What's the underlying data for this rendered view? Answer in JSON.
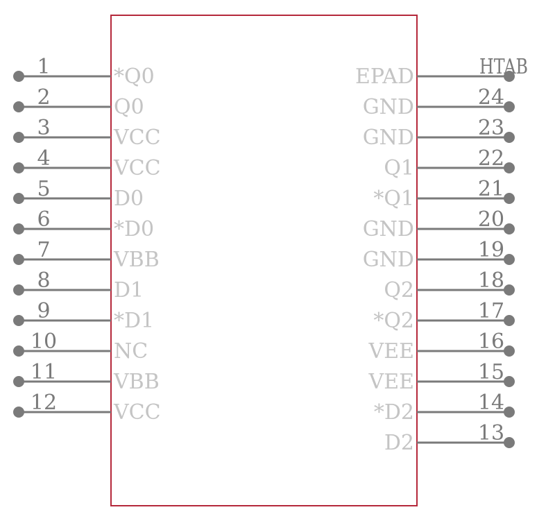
{
  "colors": {
    "body_outline": "#b5283a",
    "pin": "#7a7a7a",
    "pin_name": "#c4c4c4"
  },
  "left_pins": [
    {
      "number": "1",
      "name": "*Q0"
    },
    {
      "number": "2",
      "name": "Q0"
    },
    {
      "number": "3",
      "name": "VCC"
    },
    {
      "number": "4",
      "name": "VCC"
    },
    {
      "number": "5",
      "name": "D0"
    },
    {
      "number": "6",
      "name": "*D0"
    },
    {
      "number": "7",
      "name": "VBB"
    },
    {
      "number": "8",
      "name": "D1"
    },
    {
      "number": "9",
      "name": "*D1"
    },
    {
      "number": "10",
      "name": "NC"
    },
    {
      "number": "11",
      "name": "VBB"
    },
    {
      "number": "12",
      "name": "VCC"
    }
  ],
  "right_pins": [
    {
      "number": "HTAB",
      "name": "EPAD"
    },
    {
      "number": "24",
      "name": "GND"
    },
    {
      "number": "23",
      "name": "GND"
    },
    {
      "number": "22",
      "name": "Q1"
    },
    {
      "number": "21",
      "name": "*Q1"
    },
    {
      "number": "20",
      "name": "GND"
    },
    {
      "number": "19",
      "name": "GND"
    },
    {
      "number": "18",
      "name": "Q2"
    },
    {
      "number": "17",
      "name": "*Q2"
    },
    {
      "number": "16",
      "name": "VEE"
    },
    {
      "number": "15",
      "name": "VEE"
    },
    {
      "number": "14",
      "name": "*D2"
    },
    {
      "number": "13",
      "name": "D2"
    }
  ]
}
